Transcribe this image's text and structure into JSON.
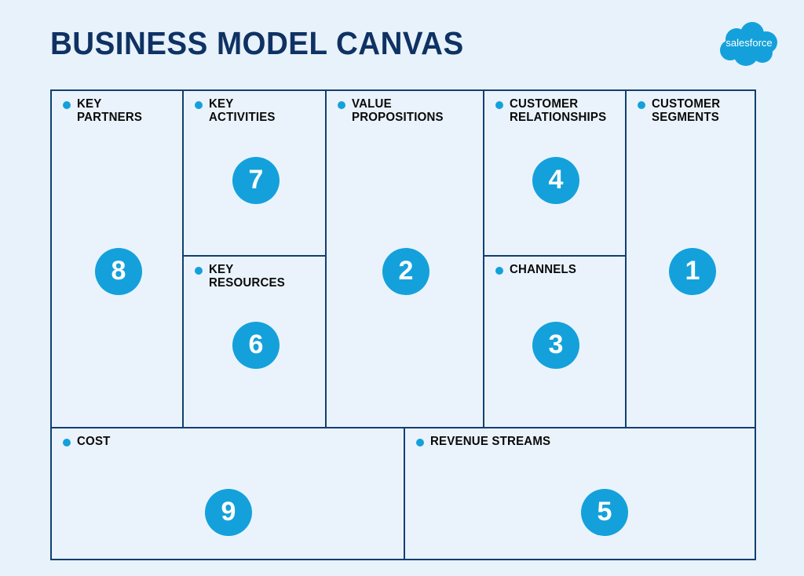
{
  "page": {
    "title": "BUSINESS MODEL CANVAS",
    "background_color": "#E8F2FB",
    "title_color": "#0F3263",
    "accent_color": "#14A1DB",
    "border_color": "#123F70"
  },
  "logo": {
    "name": "salesforce-cloud-logo",
    "wordmark": "salesforce",
    "cloud_color": "#14A1DB",
    "text_color": "#FFFFFF"
  },
  "canvas": {
    "blocks": [
      {
        "key": "key_partners",
        "title": "KEY\nPARTNERS",
        "number": "8"
      },
      {
        "key": "key_activities",
        "title": "KEY\nACTIVITIES",
        "number": "7"
      },
      {
        "key": "key_resources",
        "title": "KEY\nRESOURCES",
        "number": "6"
      },
      {
        "key": "value_propositions",
        "title": "VALUE\nPROPOSITIONS",
        "number": "2"
      },
      {
        "key": "customer_relationships",
        "title": "CUSTOMER\nRELATIONSHIPS",
        "number": "4"
      },
      {
        "key": "channels",
        "title": "CHANNELS",
        "number": "3"
      },
      {
        "key": "customer_segments",
        "title": "CUSTOMER\nSEGMENTS",
        "number": "1"
      },
      {
        "key": "cost",
        "title": "COST",
        "number": "9"
      },
      {
        "key": "revenue_streams",
        "title": "REVENUE STREAMS",
        "number": "5"
      }
    ]
  }
}
